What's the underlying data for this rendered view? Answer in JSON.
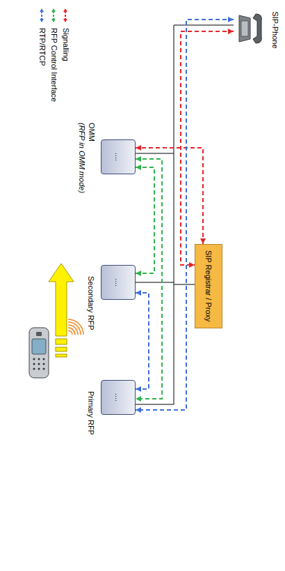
{
  "diagram": {
    "nodes": [
      {
        "text": [
          "SIP-Phone"
        ]
      },
      {
        "text": [
          "SIP Registrar / Proxy"
        ]
      },
      {
        "text": [
          "....",
          "OMM",
          "(RFP in OMM mode)"
        ]
      },
      {
        "text": [
          "....",
          "Secondary RFP"
        ]
      },
      {
        "text": [
          "....",
          "Primary RFP"
        ]
      }
    ],
    "edges": [
      {
        "from": 0,
        "to": 1,
        "arrow": "both"
      },
      {
        "from": 1,
        "to": 2,
        "arrow": "both"
      },
      {
        "from": 2,
        "to": 3,
        "arrow": "both"
      },
      {
        "from": 2,
        "to": 4,
        "arrow": "both"
      },
      {
        "from": 0,
        "to": 4,
        "arrow": "both"
      },
      {
        "from": 3,
        "to": 4,
        "arrow": "both"
      }
    ],
    "legend": [
      {
        "text": "Signalling"
      },
      {
        "text": "RFP Control Interface"
      },
      {
        "text": "RTP/RTCP"
      }
    ]
  }
}
